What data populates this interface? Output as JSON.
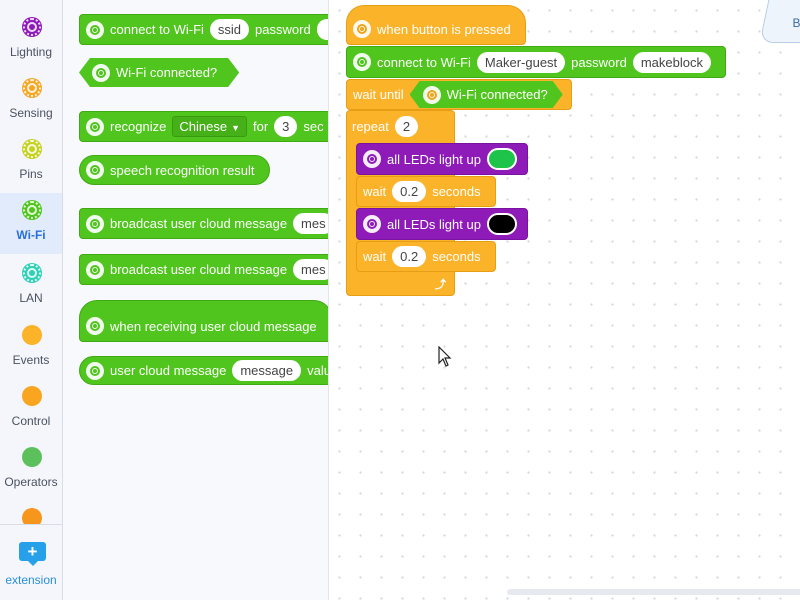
{
  "sidebar": {
    "categories": [
      {
        "label": "Lighting",
        "color": "#8e1bb8",
        "icon": "gear-icon"
      },
      {
        "label": "Sensing",
        "color": "#f5a623",
        "icon": "gear-icon"
      },
      {
        "label": "Pins",
        "color": "#c4d11f",
        "icon": "gear-icon"
      },
      {
        "label": "Wi-Fi",
        "color": "#4fc51d",
        "icon": "gear-icon",
        "active": true
      },
      {
        "label": "LAN",
        "color": "#2ed0b8",
        "icon": "gear-icon"
      },
      {
        "label": "Events",
        "color": "#fbb32a",
        "icon": "circle-icon"
      },
      {
        "label": "Control",
        "color": "#f9a51f",
        "icon": "circle-icon"
      },
      {
        "label": "Operators",
        "color": "#5cc05c",
        "icon": "circle-icon"
      },
      {
        "label": "",
        "color": "#f7961c",
        "icon": "circle-icon"
      }
    ],
    "extension": {
      "label": "extension",
      "icon": "plus"
    }
  },
  "palette": {
    "connect_wifi": {
      "text": "connect to Wi-Fi",
      "ssid": "ssid",
      "password_label": "password"
    },
    "wifi_connected": {
      "text": "Wi-Fi connected?"
    },
    "recognize": {
      "text": "recognize",
      "language": "Chinese",
      "for_label": "for",
      "seconds_value": "3",
      "seconds_label": "sec"
    },
    "speech_result": {
      "text": "speech recognition result"
    },
    "broadcast1": {
      "text": "broadcast user cloud message",
      "slot": "mes"
    },
    "broadcast2": {
      "text": "broadcast user cloud message",
      "slot": "mes"
    },
    "when_receiving": {
      "text": "when receiving user cloud message"
    },
    "cloud_message": {
      "text": "user cloud message",
      "slot": "message",
      "suffix": "valu"
    }
  },
  "workspace": {
    "tab_label": "B",
    "script": {
      "hat": {
        "text": "when button is pressed"
      },
      "connect": {
        "text": "connect to Wi-Fi",
        "ssid": "Maker-guest",
        "password_label": "password",
        "password": "makeblock"
      },
      "wait_until": {
        "text": "wait until",
        "condition": "Wi-Fi connected?"
      },
      "repeat": {
        "text": "repeat",
        "count": "2"
      },
      "leds1": {
        "text": "all LEDs light up",
        "color": "#1ec44a"
      },
      "wait1": {
        "text": "wait",
        "value": "0.2",
        "unit": "seconds"
      },
      "leds2": {
        "text": "all LEDs light up",
        "color": "#000000"
      },
      "wait2": {
        "text": "wait",
        "value": "0.2",
        "unit": "seconds"
      }
    }
  }
}
